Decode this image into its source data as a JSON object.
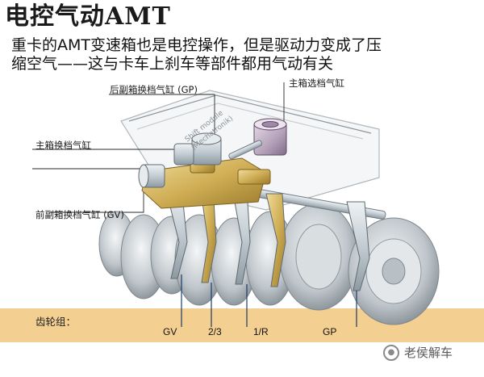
{
  "title": "电控气动AMT",
  "subtitle_lines": [
    "重卡的AMT变速箱也是电控操作，但是驱动力变成了压",
    "缩空气——这与卡车上刹车等部件都用气动有关"
  ],
  "labels": {
    "rear_range_cylinder": "后副箱换档气缸 (GP)",
    "main_select_cylinder": "主箱选档气缸",
    "main_shift_cylinder": "主箱换档气缸",
    "front_splitter_cylinder": "前副箱换档气缸 (GV)",
    "shift_module_line1": "Shift module",
    "shift_module_line2": "(Mechatronik)"
  },
  "gear_group": {
    "label": "齿轮组：",
    "items": [
      "GV",
      "2/3",
      "1/R",
      "GP"
    ]
  },
  "watermark": {
    "icon": "wechat-icon",
    "text": "老侯解车"
  },
  "colors": {
    "band": "#f3cf91",
    "gold_parts": "#cfae55",
    "cylinder_steel": "#c6d0d6",
    "purple_cylinder": "#b9a7bd"
  }
}
